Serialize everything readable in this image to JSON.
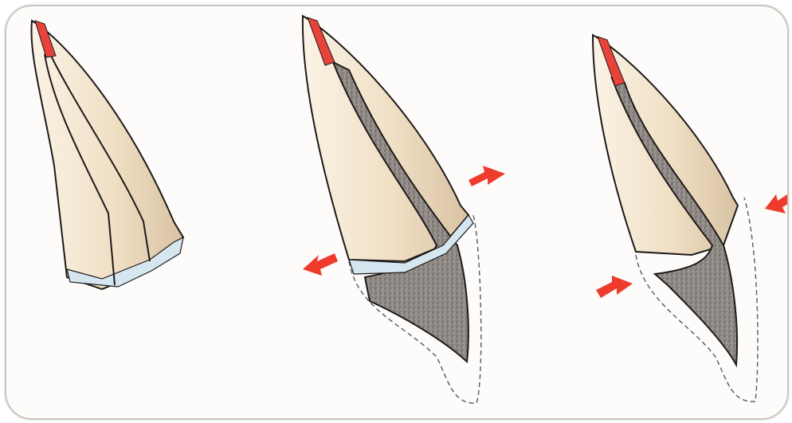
{
  "figure": {
    "panels": [
      {
        "id": "intact-tooth",
        "arrows": 0
      },
      {
        "id": "expanded-post-core",
        "arrows": 2,
        "arrow_direction": "outward"
      },
      {
        "id": "contracted-post-core",
        "arrows": 2,
        "arrow_direction": "inward"
      }
    ]
  },
  "colors": {
    "background": "#fdfcfa",
    "frame_border": "#c9c6c0",
    "crown": "#f3e5cf",
    "crown_shade": "#d8c0a0",
    "pulp_tip": "#e8433a",
    "post_material": "#8f8a85",
    "enamel_collar": "#d6e6f0",
    "outline": "#1e1a18",
    "arrow": "#ef3b2c",
    "dashed_outline": "#5a6470"
  }
}
